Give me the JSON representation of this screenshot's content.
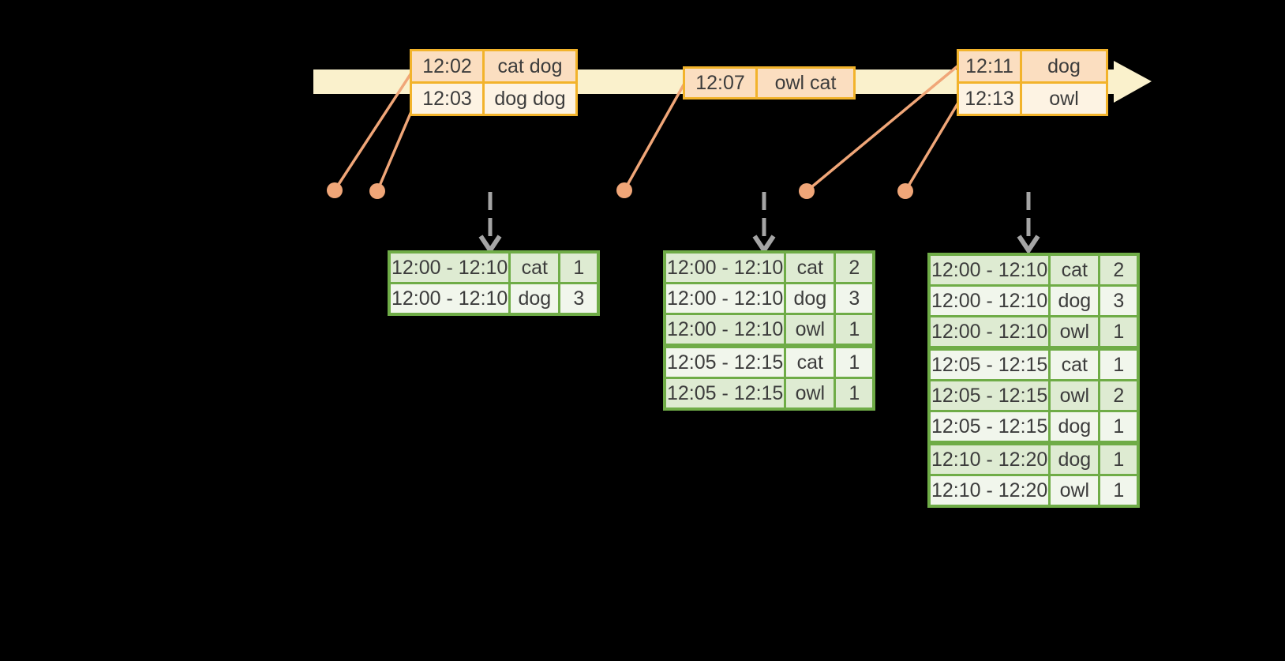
{
  "colors": {
    "background": "#000000",
    "timeline_band": "#FAF1CC",
    "event_border": "#F2B32B",
    "event_row_dark": "#FBDEC0",
    "event_row_light": "#FDF3E3",
    "result_border": "#6FAC47",
    "result_row_dark": "#DEEBD2",
    "result_row_light": "#F1F6EC",
    "connector": "#F0A678",
    "trigger_arrow": "#A5A5A5",
    "text": "#3C3C3C"
  },
  "event_tables": [
    {
      "rows": [
        {
          "time": "12:02",
          "words": "cat dog"
        },
        {
          "time": "12:03",
          "words": "dog dog"
        }
      ]
    },
    {
      "rows": [
        {
          "time": "12:07",
          "words": "owl cat"
        }
      ]
    },
    {
      "rows": [
        {
          "time": "12:11",
          "words": "dog"
        },
        {
          "time": "12:13",
          "words": "owl"
        }
      ]
    }
  ],
  "result_tables": [
    {
      "rows": [
        {
          "window": "12:00 - 12:10",
          "word": "cat",
          "count": "1"
        },
        {
          "window": "12:00 - 12:10",
          "word": "dog",
          "count": "3"
        }
      ]
    },
    {
      "rows": [
        {
          "window": "12:00 - 12:10",
          "word": "cat",
          "count": "2"
        },
        {
          "window": "12:00 - 12:10",
          "word": "dog",
          "count": "3"
        },
        {
          "window": "12:00 - 12:10",
          "word": "owl",
          "count": "1"
        },
        {
          "window": "12:05 - 12:15",
          "word": "cat",
          "count": "1"
        },
        {
          "window": "12:05 - 12:15",
          "word": "owl",
          "count": "1"
        }
      ]
    },
    {
      "rows": [
        {
          "window": "12:00 - 12:10",
          "word": "cat",
          "count": "2"
        },
        {
          "window": "12:00 - 12:10",
          "word": "dog",
          "count": "3"
        },
        {
          "window": "12:00 - 12:10",
          "word": "owl",
          "count": "1"
        },
        {
          "window": "12:05 - 12:15",
          "word": "cat",
          "count": "1"
        },
        {
          "window": "12:05 - 12:15",
          "word": "owl",
          "count": "2"
        },
        {
          "window": "12:05 - 12:15",
          "word": "dog",
          "count": "1"
        },
        {
          "window": "12:10 - 12:20",
          "word": "dog",
          "count": "1"
        },
        {
          "window": "12:10 - 12:20",
          "word": "owl",
          "count": "1"
        }
      ]
    }
  ]
}
